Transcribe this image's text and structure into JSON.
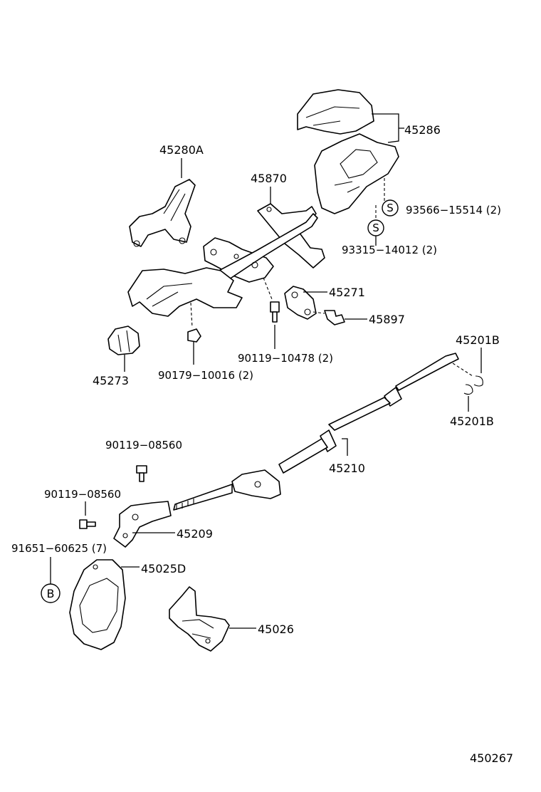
{
  "diagram_id": "450267",
  "parts": {
    "p45286": "45286",
    "p93566": "93566−15514 (2)",
    "p93315": "93315−14012 (2)",
    "p45280A": "45280A",
    "p45870": "45870",
    "p45271": "45271",
    "p45897": "45897",
    "p90119_10478": "90119−10478 (2)",
    "p45273": "45273",
    "p90179": "90179−10016 (2)",
    "p45201B_top": "45201B",
    "p45201B_bottom": "45201B",
    "p45210": "45210",
    "p90119_08560_a": "90119−08560",
    "p90119_08560_b": "90119−08560",
    "p45209": "45209",
    "p91651": "91651−60625 (7)",
    "p45025D": "45025D",
    "p45026": "45026"
  },
  "symbols": {
    "s_marker": "S",
    "b_marker": "B"
  },
  "colors": {
    "ink": "#000000",
    "paper": "#ffffff"
  }
}
